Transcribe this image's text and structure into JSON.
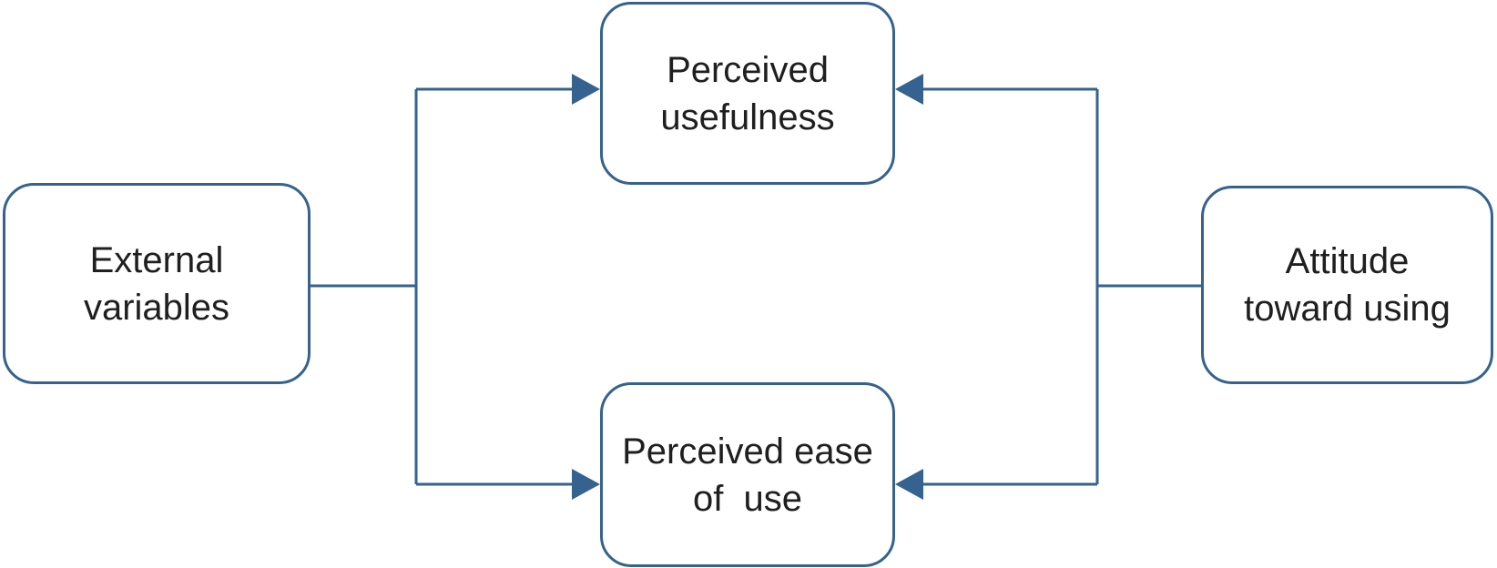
{
  "diagram": {
    "nodes": {
      "external": {
        "lines": [
          "External",
          "variables"
        ]
      },
      "usefulness": {
        "lines": [
          "Perceived",
          "usefulness"
        ]
      },
      "ease": {
        "lines": [
          "Perceived ease",
          "of  use"
        ]
      },
      "attitude": {
        "lines": [
          "Attitude",
          "toward using"
        ]
      }
    },
    "edges": [
      {
        "from": "External variables",
        "to": "Perceived usefulness"
      },
      {
        "from": "External variables",
        "to": "Perceived ease of use"
      },
      {
        "from": "Attitude toward using",
        "to": "Perceived usefulness"
      },
      {
        "from": "Attitude toward using",
        "to": "Perceived ease of use"
      }
    ],
    "colors": {
      "stroke": "#35628e",
      "text": "#1f1f1f",
      "background": "#ffffff"
    }
  }
}
